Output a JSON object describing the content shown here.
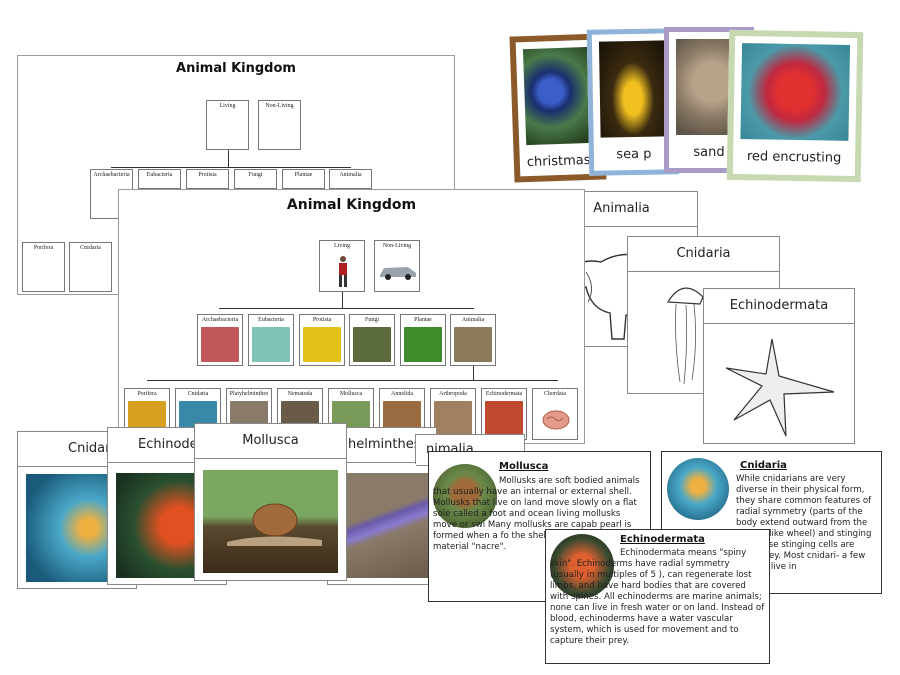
{
  "sheet_back": {
    "title": "Animal Kingdom",
    "top_boxes": [
      "Living",
      "Non-Living"
    ],
    "kingdoms": [
      "Archaebacteria",
      "Eubacteria",
      "Protista",
      "Fungi",
      "Plantae",
      "Animalia"
    ],
    "phyla": [
      "Porifera",
      "Cnidaria"
    ]
  },
  "sheet_front": {
    "title": "Animal Kingdom",
    "top_boxes": [
      "Living",
      "Non-Living"
    ],
    "kingdoms": [
      "Archaebacteria",
      "Eubacteria",
      "Protista",
      "Fungi",
      "Plantae",
      "Animalia"
    ],
    "phyla": [
      "Porifera",
      "Cnidaria",
      "Platyhelminthes",
      "Nematoda",
      "Mollusca",
      "Annelida",
      "Arthropoda",
      "Echinodermata",
      "Chordata"
    ]
  },
  "photo_cards": [
    {
      "label": "christmas tr",
      "border": "#8b5a2b"
    },
    {
      "label": "sea p",
      "border": "#8fb3d9"
    },
    {
      "label": "sand",
      "border": "#a99bc7"
    },
    {
      "label": "red encrusting",
      "border": "#c6d9b0"
    }
  ],
  "drawing_cards": [
    {
      "title": "Animalia"
    },
    {
      "title": "Cnidaria"
    },
    {
      "title": "Echinodermata"
    }
  ],
  "picture_cards": [
    {
      "title": "Cnidaria"
    },
    {
      "title": "Echinode"
    },
    {
      "title": "Mollusca"
    },
    {
      "title": "helminthes"
    },
    {
      "title": "nimalia"
    }
  ],
  "info_cards": {
    "mollusca": {
      "title": "Mollusca",
      "text": "Mollusks are soft bodied animals that usually have an internal or external shell.  Mollusks that live on land move slowly on a flat sole called a foot and ocean living mollusks move or swi Many mollusks are capab pearl is formed when a fo the shell and it's coated f shell material \"nacre\"."
    },
    "cnidaria": {
      "title": "Cnidaria",
      "text": "While cnidarians are very diverse in their physical form, they share common features of radial symmetry (parts of the body extend outward from the center, like wheel) and stinging cells hese stinging cells are edue prey. Most cnidari- a few species live in"
    },
    "echinodermata": {
      "title": "Echinodermata",
      "text": "Echinodermata means \"spiny skin\". Echinoderms have radial symmetry (usually in multiples of 5 ), can regenerate lost limbs, and have hard bodies that are covered with spines. All echinoderms are marine animals; none can live in fresh water or on land. Instead of blood, echinoderms have a water vascular system, which is used for movement and to capture their prey."
    }
  }
}
